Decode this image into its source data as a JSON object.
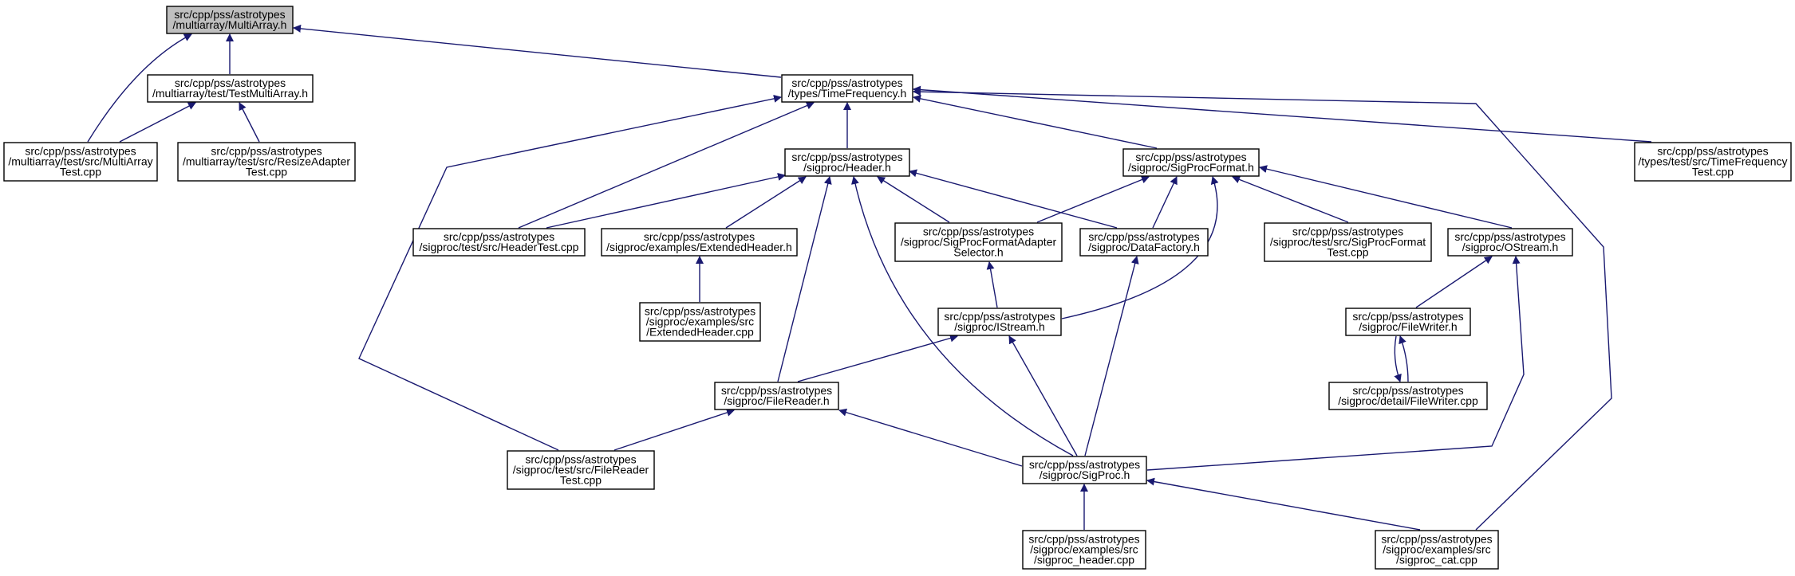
{
  "diagram": {
    "nodes": [
      {
        "id": "multiarray_h",
        "lines": [
          "src/cpp/pss/astrotypes",
          "/multiarray/MultiArray.h"
        ],
        "root": true
      },
      {
        "id": "testmultiarray_h",
        "lines": [
          "src/cpp/pss/astrotypes",
          "/multiarray/test/TestMultiArray.h"
        ]
      },
      {
        "id": "multiarraytest_cpp",
        "lines": [
          "src/cpp/pss/astrotypes",
          "/multiarray/test/src/MultiArray",
          "Test.cpp"
        ]
      },
      {
        "id": "resizeadaptertest_cpp",
        "lines": [
          "src/cpp/pss/astrotypes",
          "/multiarray/test/src/ResizeAdapter",
          "Test.cpp"
        ]
      },
      {
        "id": "timefrequency_h",
        "lines": [
          "src/cpp/pss/astrotypes",
          "/types/TimeFrequency.h"
        ]
      },
      {
        "id": "timefrequencytest_cpp",
        "lines": [
          "src/cpp/pss/astrotypes",
          "/types/test/src/TimeFrequency",
          "Test.cpp"
        ]
      },
      {
        "id": "header_h",
        "lines": [
          "src/cpp/pss/astrotypes",
          "/sigproc/Header.h"
        ]
      },
      {
        "id": "sigprocformat_h",
        "lines": [
          "src/cpp/pss/astrotypes",
          "/sigproc/SigProcFormat.h"
        ]
      },
      {
        "id": "headertest_cpp",
        "lines": [
          "src/cpp/pss/astrotypes",
          "/sigproc/test/src/HeaderTest.cpp"
        ]
      },
      {
        "id": "extendedheader_h",
        "lines": [
          "src/cpp/pss/astrotypes",
          "/sigproc/examples/ExtendedHeader.h"
        ]
      },
      {
        "id": "sigprocformatadapterselector_h",
        "lines": [
          "src/cpp/pss/astrotypes",
          "/sigproc/SigProcFormatAdapter",
          "Selector.h"
        ]
      },
      {
        "id": "datafactory_h",
        "lines": [
          "src/cpp/pss/astrotypes",
          "/sigproc/DataFactory.h"
        ]
      },
      {
        "id": "sigprocformattest_cpp",
        "lines": [
          "src/cpp/pss/astrotypes",
          "/sigproc/test/src/SigProcFormat",
          "Test.cpp"
        ]
      },
      {
        "id": "ostream_h",
        "lines": [
          "src/cpp/pss/astrotypes",
          "/sigproc/OStream.h"
        ]
      },
      {
        "id": "extendedheader_cpp",
        "lines": [
          "src/cpp/pss/astrotypes",
          "/sigproc/examples/src",
          "/ExtendedHeader.cpp"
        ]
      },
      {
        "id": "istream_h",
        "lines": [
          "src/cpp/pss/astrotypes",
          "/sigproc/IStream.h"
        ]
      },
      {
        "id": "filewriter_h",
        "lines": [
          "src/cpp/pss/astrotypes",
          "/sigproc/FileWriter.h"
        ]
      },
      {
        "id": "filewriter_cpp",
        "lines": [
          "src/cpp/pss/astrotypes",
          "/sigproc/detail/FileWriter.cpp"
        ]
      },
      {
        "id": "filereader_h",
        "lines": [
          "src/cpp/pss/astrotypes",
          "/sigproc/FileReader.h"
        ]
      },
      {
        "id": "filereadertest_cpp",
        "lines": [
          "src/cpp/pss/astrotypes",
          "/sigproc/test/src/FileReader",
          "Test.cpp"
        ]
      },
      {
        "id": "sigproc_h",
        "lines": [
          "src/cpp/pss/astrotypes",
          "/sigproc/SigProc.h"
        ]
      },
      {
        "id": "sigproc_header_cpp",
        "lines": [
          "src/cpp/pss/astrotypes",
          "/sigproc/examples/src",
          "/sigproc_header.cpp"
        ]
      },
      {
        "id": "sigproc_cat_cpp",
        "lines": [
          "src/cpp/pss/astrotypes",
          "/sigproc/examples/src",
          "/sigproc_cat.cpp"
        ]
      }
    ],
    "edges": [
      {
        "from": "multiarray_h",
        "to": "testmultiarray_h"
      },
      {
        "from": "multiarray_h",
        "to": "multiarraytest_cpp"
      },
      {
        "from": "multiarray_h",
        "to": "timefrequency_h"
      },
      {
        "from": "testmultiarray_h",
        "to": "multiarraytest_cpp"
      },
      {
        "from": "testmultiarray_h",
        "to": "resizeadaptertest_cpp"
      },
      {
        "from": "timefrequency_h",
        "to": "header_h"
      },
      {
        "from": "timefrequency_h",
        "to": "sigprocformat_h"
      },
      {
        "from": "timefrequency_h",
        "to": "headertest_cpp"
      },
      {
        "from": "timefrequency_h",
        "to": "filereadertest_cpp"
      },
      {
        "from": "timefrequency_h",
        "to": "timefrequencytest_cpp"
      },
      {
        "from": "timefrequency_h",
        "to": "sigproc_cat_cpp"
      },
      {
        "from": "header_h",
        "to": "headertest_cpp"
      },
      {
        "from": "header_h",
        "to": "extendedheader_h"
      },
      {
        "from": "header_h",
        "to": "sigprocformatadapterselector_h"
      },
      {
        "from": "header_h",
        "to": "datafactory_h"
      },
      {
        "from": "header_h",
        "to": "filereader_h"
      },
      {
        "from": "header_h",
        "to": "sigproc_h"
      },
      {
        "from": "sigprocformat_h",
        "to": "sigprocformatadapterselector_h"
      },
      {
        "from": "sigprocformat_h",
        "to": "datafactory_h"
      },
      {
        "from": "sigprocformat_h",
        "to": "istream_h"
      },
      {
        "from": "sigprocformat_h",
        "to": "sigprocformattest_cpp"
      },
      {
        "from": "sigprocformat_h",
        "to": "ostream_h"
      },
      {
        "from": "extendedheader_h",
        "to": "extendedheader_cpp"
      },
      {
        "from": "sigprocformatadapterselector_h",
        "to": "istream_h"
      },
      {
        "from": "datafactory_h",
        "to": "sigproc_h"
      },
      {
        "from": "istream_h",
        "to": "filereader_h"
      },
      {
        "from": "istream_h",
        "to": "sigproc_h"
      },
      {
        "from": "ostream_h",
        "to": "filewriter_h"
      },
      {
        "from": "ostream_h",
        "to": "sigproc_h"
      },
      {
        "from": "filewriter_h",
        "to": "filewriter_cpp"
      },
      {
        "from": "filewriter_cpp",
        "to": "filewriter_h"
      },
      {
        "from": "filereader_h",
        "to": "filereadertest_cpp"
      },
      {
        "from": "filereader_h",
        "to": "sigproc_h"
      },
      {
        "from": "sigproc_h",
        "to": "sigproc_header_cpp"
      },
      {
        "from": "sigproc_h",
        "to": "sigproc_cat_cpp"
      }
    ]
  }
}
